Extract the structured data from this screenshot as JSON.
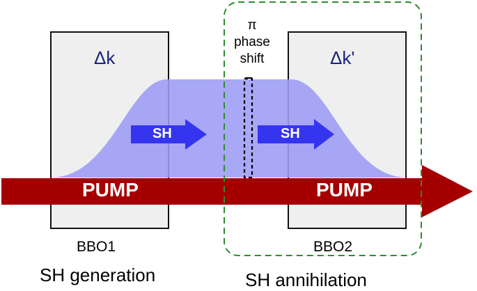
{
  "crystals": {
    "first": {
      "name": "BBO1",
      "mismatch": "Δk",
      "caption": "SH generation"
    },
    "second": {
      "name": "BBO2",
      "mismatch": "Δk'",
      "caption": "SH annihilation"
    }
  },
  "beams": {
    "pump_label": "PUMP",
    "sh_label": "SH"
  },
  "phase_shift": {
    "symbol": "π",
    "line1": "phase",
    "line2": "shift"
  },
  "colors": {
    "pump": "#a50000",
    "sh_arrow": "#3333ee",
    "sh_envelope": "#a6a6f7",
    "crystal_fill": "#efefef",
    "crystal_border": "#111111",
    "annihilation_box": "#2e8b2e",
    "mismatch_text": "#1a237e"
  }
}
